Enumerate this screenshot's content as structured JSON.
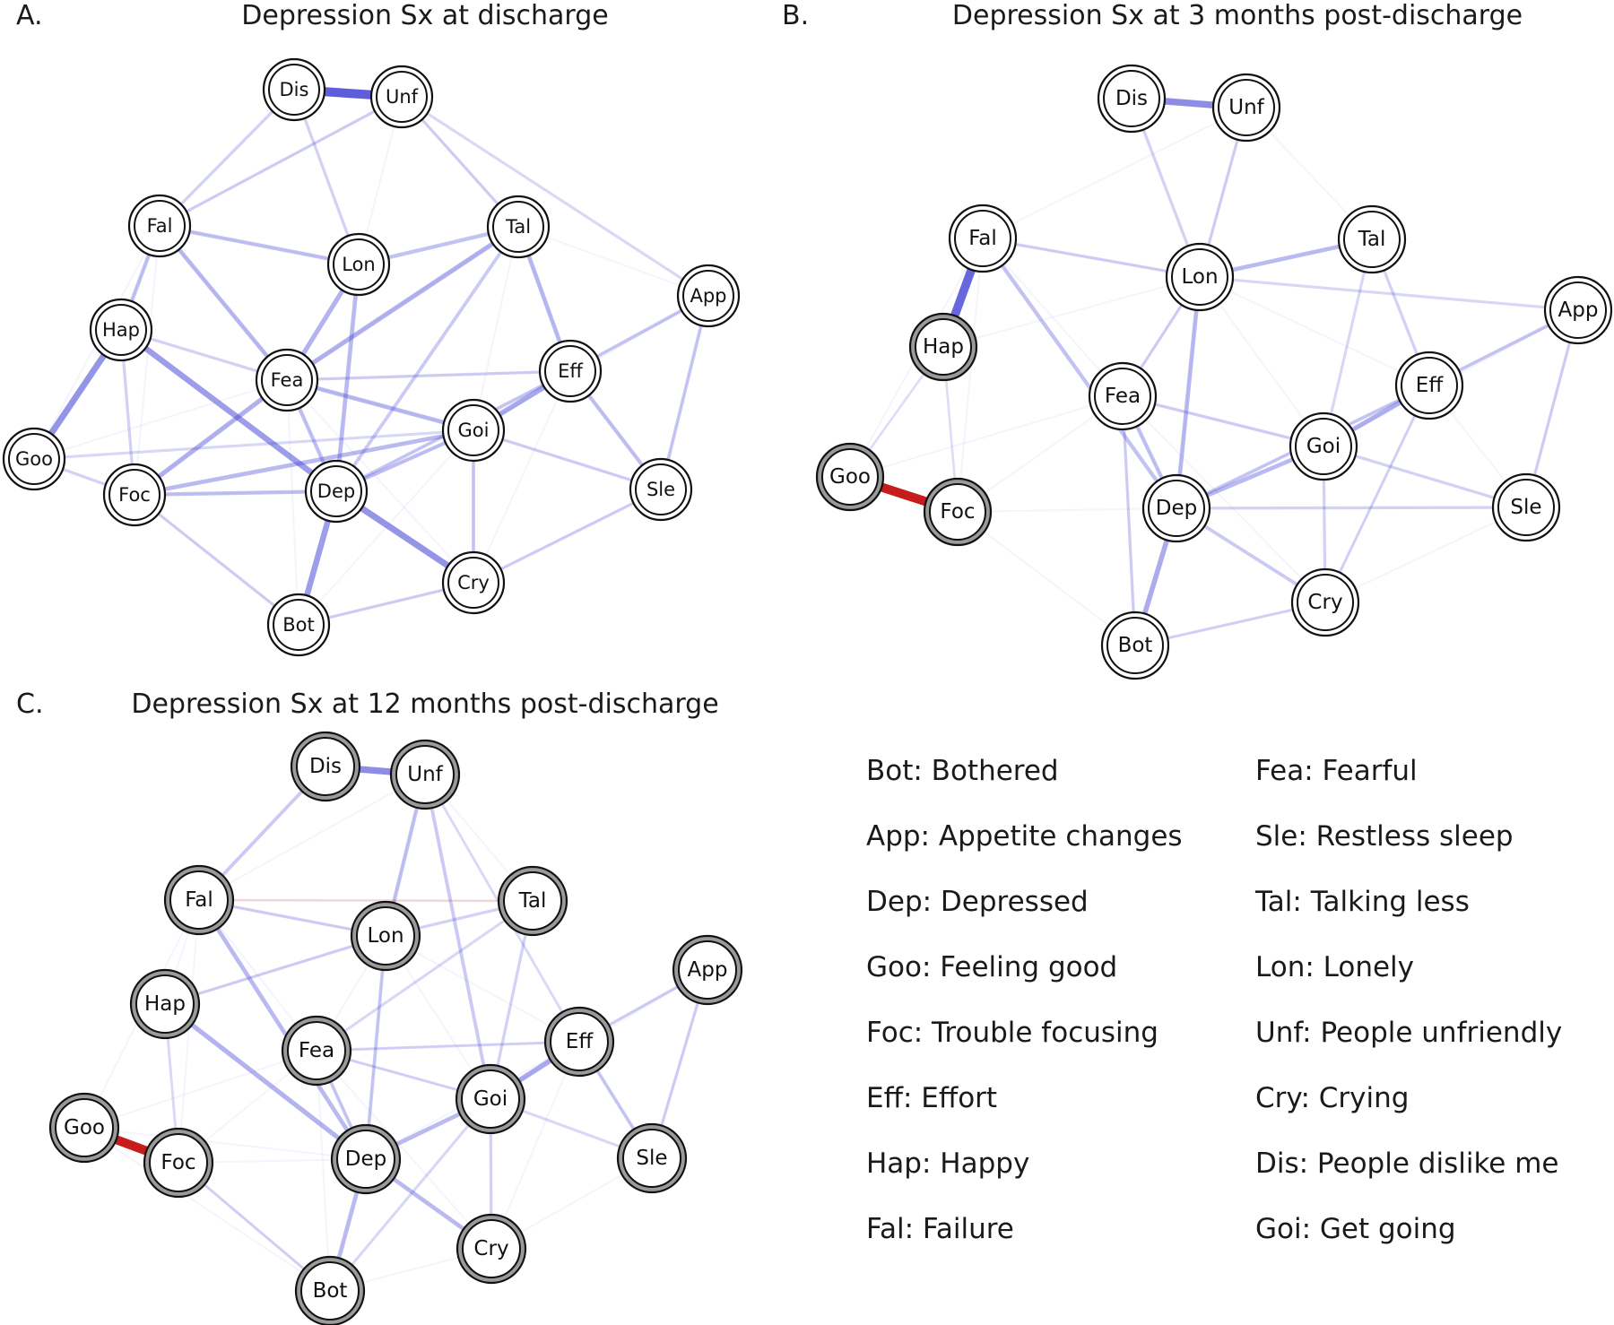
{
  "panels": [
    {
      "letter": "A.",
      "title": "Depression Sx at discharge"
    },
    {
      "letter": "B.",
      "title": "Depression Sx at 3 months post-discharge"
    },
    {
      "letter": "C.",
      "title": "Depression Sx at 12 months post-discharge"
    }
  ],
  "legend": [
    {
      "code": "Bot",
      "text": "Bot: Bothered"
    },
    {
      "code": "App",
      "text": "App: Appetite changes"
    },
    {
      "code": "Dep",
      "text": "Dep: Depressed"
    },
    {
      "code": "Goo",
      "text": "Goo: Feeling good"
    },
    {
      "code": "Foc",
      "text": "Foc: Trouble focusing"
    },
    {
      "code": "Eff",
      "text": "Eff: Effort"
    },
    {
      "code": "Hap",
      "text": "Hap: Happy"
    },
    {
      "code": "Fal",
      "text": "Fal: Failure"
    },
    {
      "code": "Fea",
      "text": "Fea: Fearful"
    },
    {
      "code": "Sle",
      "text": "Sle: Restless sleep"
    },
    {
      "code": "Tal",
      "text": "Tal: Talking less"
    },
    {
      "code": "Lon",
      "text": "Lon: Lonely"
    },
    {
      "code": "Unf",
      "text": "Unf: People unfriendly"
    },
    {
      "code": "Cry",
      "text": "Cry: Crying"
    },
    {
      "code": "Dis",
      "text": "Dis: People dislike me"
    },
    {
      "code": "Goi",
      "text": "Goi: Get going"
    }
  ],
  "colors": {
    "positive_edge": "#4a4ad8",
    "negative_edge": "#c00000",
    "node_ring_light": "#ffffff",
    "node_ring_gray": "#9a9a9a"
  },
  "chart_data": [
    {
      "type": "network",
      "title": "Depression Sx at discharge",
      "nodes": [
        "Dis",
        "Unf",
        "Fal",
        "Lon",
        "Tal",
        "App",
        "Hap",
        "Fea",
        "Eff",
        "Goo",
        "Goi",
        "Foc",
        "Dep",
        "Sle",
        "Cry",
        "Bot"
      ],
      "edges": [
        [
          "Dis",
          "Unf",
          0.9
        ],
        [
          "Hap",
          "Goo",
          0.55
        ],
        [
          "Hap",
          "Dep",
          0.5
        ],
        [
          "Dep",
          "Cry",
          0.55
        ],
        [
          "Dep",
          "Bot",
          0.5
        ],
        [
          "Fea",
          "Goi",
          0.3
        ],
        [
          "Tal",
          "Fea",
          0.35
        ],
        [
          "Lon",
          "Fea",
          0.35
        ],
        [
          "Fea",
          "Foc",
          0.35
        ],
        [
          "Eff",
          "Goi",
          0.4
        ],
        [
          "Foc",
          "Goi",
          0.3
        ],
        [
          "Tal",
          "Eff",
          0.3
        ],
        [
          "Lon",
          "Dep",
          0.3
        ],
        [
          "Fal",
          "Lon",
          0.25
        ],
        [
          "Lon",
          "Tal",
          0.25
        ],
        [
          "Fal",
          "Fea",
          0.3
        ],
        [
          "Eff",
          "Sle",
          0.25
        ],
        [
          "App",
          "Sle",
          0.2
        ],
        [
          "App",
          "Eff",
          0.2
        ],
        [
          "Dis",
          "Fal",
          0.15
        ],
        [
          "Dis",
          "Lon",
          0.15
        ],
        [
          "Unf",
          "Fal",
          0.15
        ],
        [
          "Fal",
          "Hap",
          0.25
        ],
        [
          "Hap",
          "Fea",
          0.15
        ],
        [
          "Goo",
          "Foc",
          0.15
        ],
        [
          "Foc",
          "Dep",
          0.25
        ],
        [
          "Goi",
          "Dep",
          0.25
        ],
        [
          "Goi",
          "Cry",
          0.2
        ],
        [
          "Sle",
          "Cry",
          0.15
        ],
        [
          "Bot",
          "Cry",
          0.15
        ],
        [
          "Fea",
          "Dep",
          0.25
        ],
        [
          "Tal",
          "Dep",
          0.2
        ],
        [
          "Unf",
          "Tal",
          0.15
        ],
        [
          "Unf",
          "App",
          0.12
        ],
        [
          "Bot",
          "Foc",
          0.15
        ],
        [
          "Goi",
          "Sle",
          0.15
        ],
        [
          "Eff",
          "Dep",
          0.2
        ],
        [
          "Goo",
          "Goi",
          0.12
        ],
        [
          "Fea",
          "Eff",
          0.15
        ],
        [
          "Hap",
          "Foc",
          0.15
        ]
      ]
    },
    {
      "type": "network",
      "title": "Depression Sx at 3 months post-discharge",
      "nodes": [
        "Dis",
        "Unf",
        "Fal",
        "Tal",
        "Lon",
        "App",
        "Hap",
        "Fea",
        "Eff",
        "Goi",
        "Goo",
        "Foc",
        "Dep",
        "Sle",
        "Cry",
        "Bot"
      ],
      "edges": [
        [
          "Dis",
          "Unf",
          0.6
        ],
        [
          "Fal",
          "Hap",
          0.85
        ],
        [
          "Goo",
          "Foc",
          -0.9
        ],
        [
          "Dep",
          "Bot",
          0.4
        ],
        [
          "Goi",
          "Eff",
          0.35
        ],
        [
          "Lon",
          "Dep",
          0.3
        ],
        [
          "Lon",
          "Tal",
          0.3
        ],
        [
          "Dep",
          "Goi",
          0.3
        ],
        [
          "Fal",
          "Dep",
          0.25
        ],
        [
          "Fea",
          "Dep",
          0.25
        ],
        [
          "Dis",
          "Lon",
          0.15
        ],
        [
          "Unf",
          "Lon",
          0.15
        ],
        [
          "Fal",
          "Lon",
          0.15
        ],
        [
          "Eff",
          "App",
          0.2
        ],
        [
          "Eff",
          "Dep",
          0.2
        ],
        [
          "Sle",
          "App",
          0.15
        ],
        [
          "Sle",
          "Goi",
          0.15
        ],
        [
          "Cry",
          "Dep",
          0.2
        ],
        [
          "Cry",
          "Goi",
          0.15
        ],
        [
          "Bot",
          "Fea",
          0.15
        ],
        [
          "Tal",
          "Eff",
          0.15
        ],
        [
          "Fea",
          "Goi",
          0.15
        ],
        [
          "Cry",
          "Eff",
          0.12
        ],
        [
          "Lon",
          "App",
          0.12
        ],
        [
          "Hap",
          "Foc",
          0.08
        ],
        [
          "Goo",
          "Hap",
          0.08
        ],
        [
          "Tal",
          "Goi",
          0.12
        ],
        [
          "Dep",
          "Sle",
          0.15
        ],
        [
          "Bot",
          "Cry",
          0.12
        ],
        [
          "Fea",
          "Lon",
          0.15
        ]
      ]
    },
    {
      "type": "network",
      "title": "Depression Sx at 12 months post-discharge",
      "nodes": [
        "Dis",
        "Unf",
        "Fal",
        "Tal",
        "Lon",
        "App",
        "Hap",
        "Fea",
        "Eff",
        "Goi",
        "Goo",
        "Foc",
        "Dep",
        "Sle",
        "Cry",
        "Bot"
      ],
      "edges": [
        [
          "Dis",
          "Unf",
          0.6
        ],
        [
          "Goo",
          "Foc",
          -0.9
        ],
        [
          "Goi",
          "Eff",
          0.4
        ],
        [
          "Hap",
          "Dep",
          0.35
        ],
        [
          "Fal",
          "Dep",
          0.3
        ],
        [
          "Dep",
          "Goi",
          0.3
        ],
        [
          "Dep",
          "Bot",
          0.3
        ],
        [
          "Dep",
          "Cry",
          0.3
        ],
        [
          "Unf",
          "Lon",
          0.25
        ],
        [
          "Fea",
          "Dep",
          0.2
        ],
        [
          "Lon",
          "Dep",
          0.2
        ],
        [
          "Dis",
          "Fal",
          0.2
        ],
        [
          "Unf",
          "Goi",
          0.2
        ],
        [
          "Tal",
          "Goi",
          0.15
        ],
        [
          "Eff",
          "Sle",
          0.2
        ],
        [
          "App",
          "Sle",
          0.15
        ],
        [
          "App",
          "Eff",
          0.15
        ],
        [
          "Hap",
          "Lon",
          0.15
        ],
        [
          "Lon",
          "Tal",
          0.15
        ],
        [
          "Fal",
          "Lon",
          0.15
        ],
        [
          "Cry",
          "Goi",
          0.15
        ],
        [
          "Bot",
          "Foc",
          0.12
        ],
        [
          "Fea",
          "Eff",
          0.12
        ],
        [
          "Fal",
          "Tal",
          -0.06
        ],
        [
          "Tal",
          "Fea",
          0.12
        ],
        [
          "Goi",
          "Sle",
          0.12
        ],
        [
          "Hap",
          "Foc",
          0.1
        ],
        [
          "Bot",
          "Goi",
          0.12
        ],
        [
          "Unf",
          "Eff",
          0.1
        ],
        [
          "Fea",
          "Goi",
          0.12
        ]
      ]
    }
  ]
}
